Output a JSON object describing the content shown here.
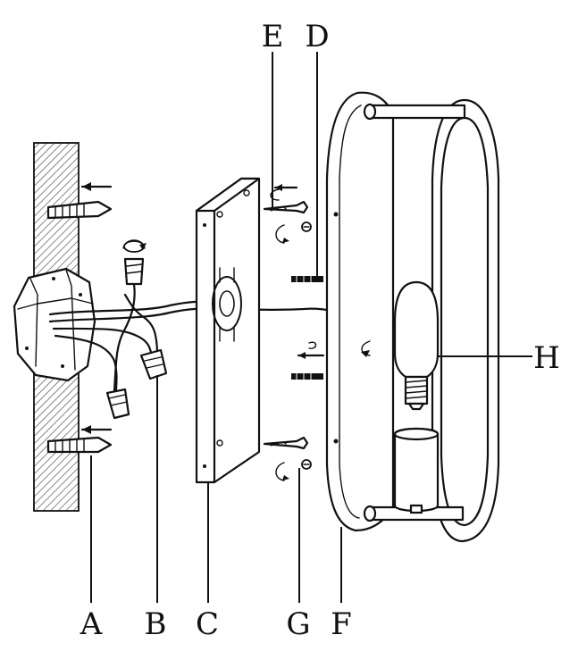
{
  "labels": {
    "A": "A",
    "B": "B",
    "C": "C",
    "D": "D",
    "E": "E",
    "F": "F",
    "G": "G",
    "H": "H"
  },
  "colors": {
    "ink": "#111111",
    "paper": "#ffffff",
    "hatch": "#555555"
  }
}
